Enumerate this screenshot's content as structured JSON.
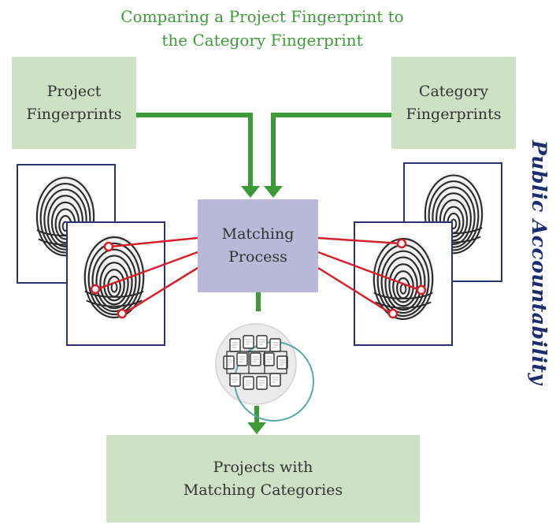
{
  "title": {
    "line1": "Comparing a Project Fingerprint to",
    "line2": "the Category Fingerprint"
  },
  "boxes": {
    "project": [
      "Project",
      "Fingerprints"
    ],
    "category": [
      "Category",
      "Fingerprints"
    ],
    "matching": [
      "Matching",
      "Process"
    ],
    "result": [
      "Projects with",
      "Matching Categories"
    ]
  },
  "side_label": "Public Accountability",
  "colors": {
    "title_green": "#3f9a3a",
    "box_green": "#cfe1c4",
    "box_purple": "#b9b8d8",
    "arrow_green": "#3b9a35",
    "connector_red": "#d4202a",
    "frame_navy": "#2b3270",
    "side_label_navy": "#1c2c6e"
  },
  "icons": {
    "fingerprint": "fingerprint-icon",
    "documents": "document-cluster-icon"
  }
}
